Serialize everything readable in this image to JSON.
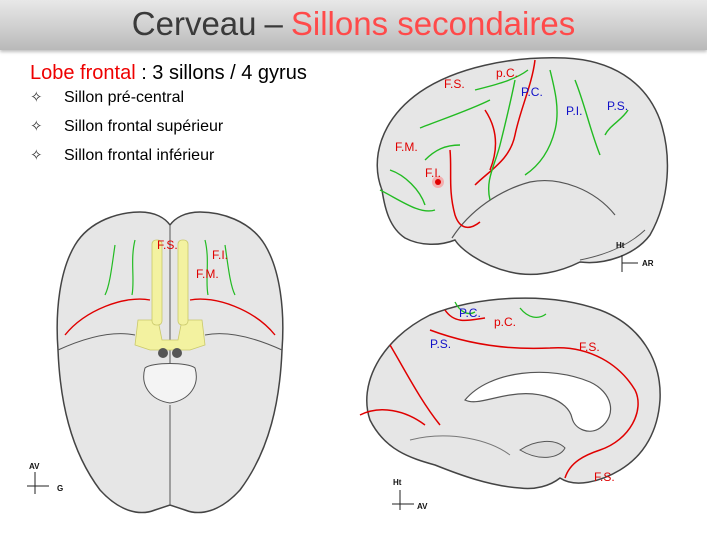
{
  "title": {
    "main": "Cerveau",
    "dash": "–",
    "accent": "Sillons secondaires"
  },
  "heading": {
    "lobe": "Lobe frontal",
    "rest": " : 3 sillons / 4 gyrus"
  },
  "bullets": [
    {
      "icon": "four-point-star-icon",
      "label": "Sillon pré-central"
    },
    {
      "icon": "four-point-star-icon",
      "label": "Sillon frontal supérieur"
    },
    {
      "icon": "four-point-star-icon",
      "label": "Sillon frontal inférieur"
    }
  ],
  "figures": {
    "lateral": {
      "labels": {
        "fs": "F.S.",
        "pc_red": "p.C.",
        "pc_blue": "P.C.",
        "pi": "P.I.",
        "ps": "P.S.",
        "fm": "F.M.",
        "fi": "F.I."
      },
      "axis": {
        "up": "Ht",
        "side": "AR"
      }
    },
    "inferior": {
      "labels": {
        "fs": "F.S.",
        "fi": "F.I.",
        "fm": "F.M."
      },
      "axis": {
        "up": "AV",
        "side": "G"
      }
    },
    "medial": {
      "labels": {
        "pc_blue": "P.C.",
        "pc_red": "p.C.",
        "ps": "P.S.",
        "fs_top": "F.S.",
        "fs_bottom": "F.S."
      },
      "axis": {
        "up": "Ht",
        "side": "AV"
      }
    }
  },
  "colors": {
    "sulcus_red": "#e00000",
    "sulcus_green": "#22bb22",
    "label_blue": "#1010c8",
    "brain_fill": "#e6e6e6",
    "highlight_yellow": "#f3f2a0"
  }
}
